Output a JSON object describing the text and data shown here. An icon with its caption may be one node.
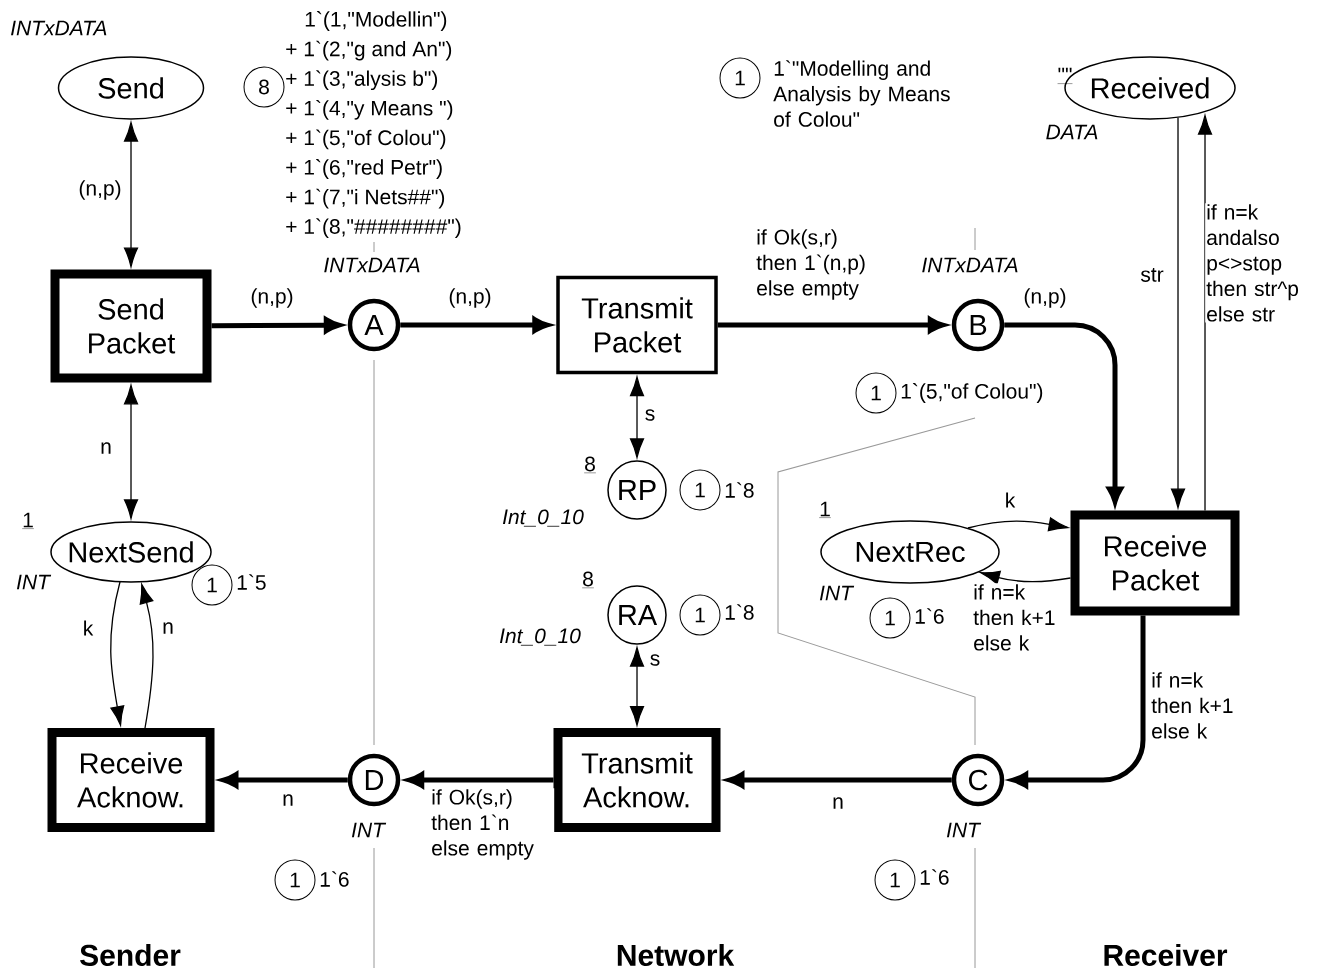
{
  "diagram": {
    "nodes": [
      {
        "text": [
          "Send"
        ],
        "beside": [
          "INTxDATA"
        ]
      },
      {
        "text": [
          "Send Packet"
        ]
      },
      {
        "text": [
          "A"
        ],
        "beside": [
          "INTxDATA"
        ]
      },
      {
        "text": [
          "Transmit Packet"
        ]
      },
      {
        "text": [
          "B"
        ],
        "beside": [
          "INTxDATA"
        ]
      },
      {
        "text": [
          "Received"
        ],
        "beside": [
          "\"\"",
          "DATA"
        ]
      },
      {
        "text": [
          "Receive Packet"
        ]
      },
      {
        "text": [
          "NextSend"
        ],
        "beside": [
          "1",
          "INT"
        ]
      },
      {
        "text": [
          "Receive Acknow."
        ]
      },
      {
        "text": [
          "D"
        ],
        "beside": [
          "INT"
        ]
      },
      {
        "text": [
          "Transmit Acknow."
        ]
      },
      {
        "text": [
          "C"
        ],
        "beside": [
          "INT"
        ]
      },
      {
        "text": [
          "RP"
        ],
        "beside": [
          "8",
          "Int_0_10"
        ]
      },
      {
        "text": [
          "RA"
        ],
        "beside": [
          "8",
          "Int_0_10"
        ]
      },
      {
        "text": [
          "NextRec"
        ],
        "beside": [
          "1",
          "INT"
        ]
      },
      {
        "text": [
          "8"
        ],
        "beside": [
          "1`(1,\"Modellin\")",
          "+ 1`(2,\"g and An\")",
          "+ 1`(3,\"alysis b\")",
          "+ 1`(4,\"y Means \")",
          "+ 1`(5,\"of Colou\")",
          "+ 1`(6,\"red Petr\")",
          "+ 1`(7,\"i Nets##\")",
          "+ 1`(8,\"########\")"
        ]
      },
      {
        "text": [
          "1"
        ],
        "beside": [
          "1`\"Modelling and Analysis by Means of Colou\""
        ]
      },
      {
        "text": [
          "1"
        ],
        "beside": [
          "1`(5,\"of Colou\")"
        ]
      },
      {
        "text": [
          "1"
        ],
        "beside": [
          "1`8"
        ]
      },
      {
        "text": [
          "1"
        ],
        "beside": [
          "1`6"
        ]
      },
      {
        "text": [
          "1"
        ],
        "beside": [
          "1`8"
        ]
      },
      {
        "text": [
          "1"
        ],
        "beside": [
          "1`5"
        ]
      },
      {
        "text": [
          "1"
        ],
        "beside": [
          "1`6"
        ]
      },
      {
        "text": [
          "1"
        ],
        "beside": [
          "1`6"
        ]
      }
    ],
    "edges": [
      {
        "from": 0,
        "to": 1,
        "arrow": "both",
        "label": "(n,p)"
      },
      {
        "from": 1,
        "to": 2,
        "arrow": "to",
        "label": "(n,p)",
        "style": "thick"
      },
      {
        "from": 2,
        "to": 3,
        "arrow": "to",
        "label": "(n,p)",
        "style": "thick"
      },
      {
        "from": 3,
        "to": 4,
        "arrow": "to",
        "label": "if Ok(s,r) then 1`(n,p) else empty",
        "style": "thick"
      },
      {
        "from": 4,
        "to": 6,
        "arrow": "to",
        "label": "(n,p)",
        "style": "thick"
      },
      {
        "from": 5,
        "to": 6,
        "arrow": "to",
        "label": "str"
      },
      {
        "from": 6,
        "to": 5,
        "arrow": "to",
        "label": "if n=k andalso p<>stop then str^p else str"
      },
      {
        "from": 1,
        "to": 7,
        "arrow": "both",
        "label": "n"
      },
      {
        "from": 7,
        "to": 8,
        "arrow": "to",
        "label": "k"
      },
      {
        "from": 8,
        "to": 7,
        "arrow": "to",
        "label": "n"
      },
      {
        "from": 3,
        "to": 12,
        "arrow": "both",
        "label": "s"
      },
      {
        "from": 13,
        "to": 10,
        "arrow": "both",
        "label": "s"
      },
      {
        "from": 14,
        "to": 6,
        "arrow": "to",
        "label": "k"
      },
      {
        "from": 6,
        "to": 14,
        "arrow": "to",
        "label": "if n=k then k+1 else k"
      },
      {
        "from": 6,
        "to": 11,
        "arrow": "to",
        "label": "if n=k then k+1 else k",
        "style": "thick"
      },
      {
        "from": 11,
        "to": 10,
        "arrow": "to",
        "label": "n",
        "style": "thick"
      },
      {
        "from": 10,
        "to": 9,
        "arrow": "to",
        "label": "if Ok(s,r) then 1`n else empty",
        "style": "thick"
      },
      {
        "from": 9,
        "to": 8,
        "arrow": "to",
        "label": "n",
        "style": "thick"
      }
    ],
    "labels": [
      "Sender",
      "Network",
      "Receiver"
    ]
  }
}
